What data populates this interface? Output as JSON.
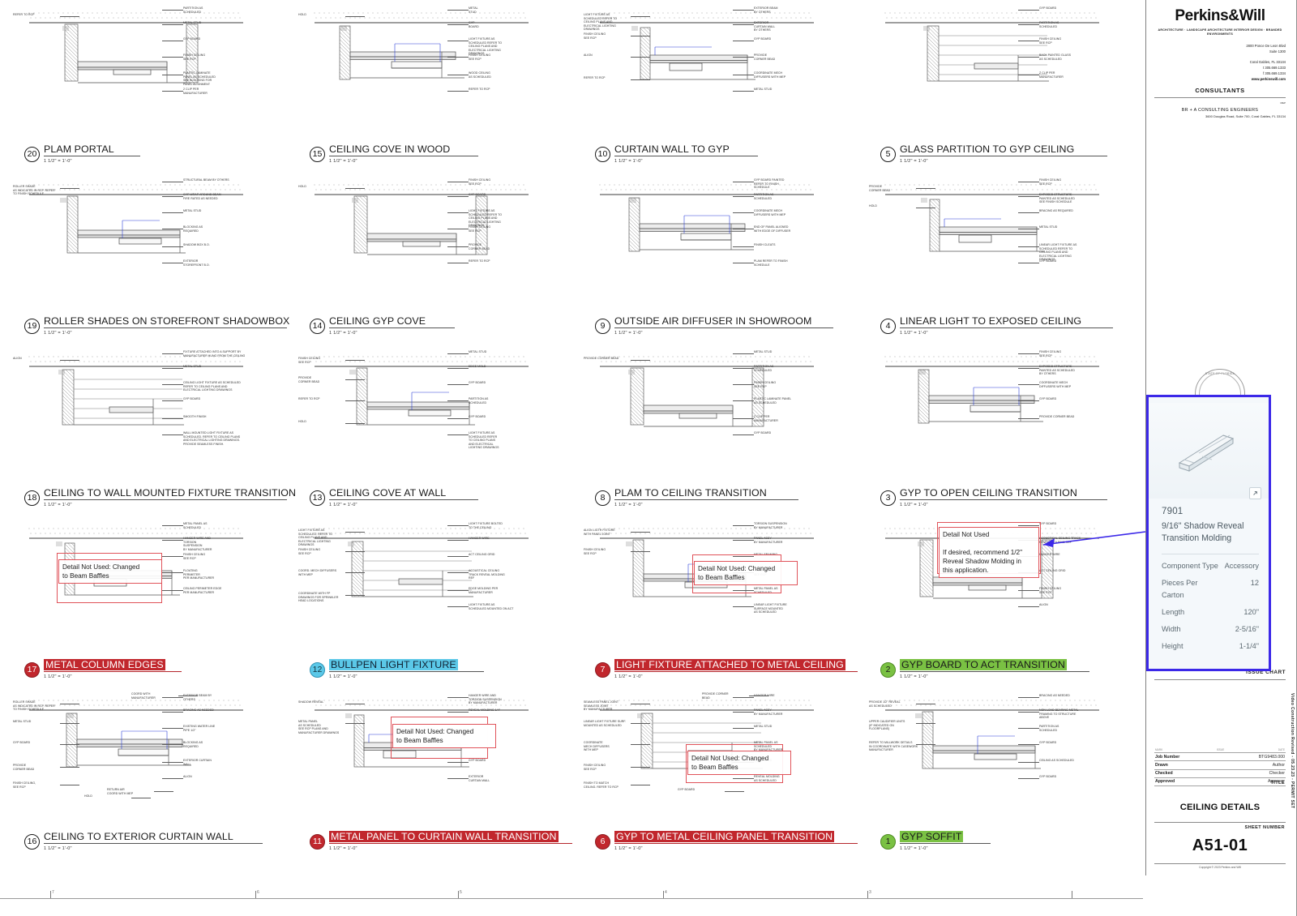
{
  "sheet": {
    "title": "CEILING DETAILS",
    "sheet_number": "A51-01",
    "title_label": "TITLE",
    "sheet_number_label": "SHEET NUMBER",
    "issue_chart_label": "ISSUE CHART",
    "copyright": "Copyright © 2023 Perkins and Will",
    "vertical_note": "Video Construction Revised - 05.23.23 - PERMIT SET",
    "seal_text": "STATE OF FLORIDA"
  },
  "firm": {
    "logo": "Perkins&Will",
    "tagline": "ARCHITECTURE · LANDSCAPE ARCHITECTURE\nINTERIOR DESIGN · BRANDED ENVIRONMENTS",
    "address_line1": "2800 Ponce De Leon Blvd",
    "address_line2": "Suite 1300",
    "address_line3": "Coral Gables, FL 33134",
    "phone": "t 305.669.1333",
    "fax": "f 305.669.1334",
    "website": "www.perkinswill.com",
    "consultants_header": "CONSULTANTS",
    "consultant_role": "MEP",
    "consultant_name": "BR + A CONSULTING ENGINEERS",
    "consultant_address": "3600 Douglas Road, Suite 700, Coral Gables,\nFL 33134"
  },
  "titleblock_table": {
    "headers": [
      "MARK",
      "ISSUE",
      "DATE"
    ],
    "rows": [
      {
        "label": "Job Number",
        "value": "BTG9483.000"
      },
      {
        "label": "Drawn",
        "value": "Author"
      },
      {
        "label": "Checked",
        "value": "Checker"
      },
      {
        "label": "Approved",
        "value": "Approver"
      }
    ]
  },
  "product_card": {
    "code": "7901",
    "name": "9/16\" Shadow Reveal Transition Molding",
    "specs": [
      {
        "key": "Component Type",
        "value": "Accessory"
      },
      {
        "key": "Pieces Per Carton",
        "value": "12"
      },
      {
        "key": "Length",
        "value": "120\""
      },
      {
        "key": "Width",
        "value": "2-5/16\""
      },
      {
        "key": "Height",
        "value": "1-1/4\""
      }
    ],
    "accent_color": "#3b28e8"
  },
  "scale_text": "1 1/2\" = 1'-0\"",
  "ruler": {
    "ticks": [
      "7",
      "6",
      "5",
      "4",
      "3"
    ]
  },
  "markups": [
    {
      "id": "mk17",
      "text": "Detail Not Used: Changed\nto Beam Baffles"
    },
    {
      "id": "mk12",
      "text": "Detail Not Used: Changed\nto Beam Baffles"
    },
    {
      "id": "mk7",
      "text": "Detail Not Used: Changed\nto Beam Baffles"
    },
    {
      "id": "mk3",
      "text": "Detail Not Used\n\nIf desired, recommend 1/2\"\nReveal Shadow Molding in\nthis application."
    },
    {
      "id": "mk11",
      "text": "Detail Not Used: Changed\nto Beam Baffles"
    },
    {
      "id": "mk6",
      "text": "Detail Not Used: Changed\nto Beam Baffles"
    }
  ],
  "details": [
    {
      "num": "20",
      "title": "PLAM PORTAL",
      "scale": "1 1/2\" = 1'-0\"",
      "hl": "none",
      "notes": [
        "PARTITION AS\nSCHEDULED",
        "METAL STUD",
        "GYP BOARD",
        "FINISH CEILING\nSEE RCP",
        "PLASTIC LAMINATE\nPANEL AS SCHEDULED\nSEE BLOCKING FOR\nPANEL ALIGNMENT",
        "2 CLIP PER\nMANUFACTURER",
        "REFER TO RCP"
      ]
    },
    {
      "num": "15",
      "title": "CEILING COVE IN WOOD",
      "scale": "1 1/2\" = 1'-0\"",
      "hl": "none",
      "notes": [
        "METAL\nSTUD",
        "GYP\nBOARD",
        "LIGHT FIXTURE AS\nSCHEDULED REFER TO\nCEILING PLANS AND\nELECTRICAL LIGHTING\nDRAWINGS",
        "FINISH CEILING\nSEE RCP",
        "WOOD CEILING\nAS SCHEDULED",
        "REFER TO RCP",
        "HOLD"
      ]
    },
    {
      "num": "10",
      "title": "CURTAIN WALL TO GYP",
      "scale": "1 1/2\" = 1'-0\"",
      "hl": "none",
      "notes": [
        "EXTERIOR BEAM\nBY OTHERS",
        "EXTERIOR\nCURTAIN WALL\nBY OTHERS",
        "GYP BOARD",
        "PROVIDE\nCORNER BEAD",
        "COORDINATE MECH\nDIFFUSERS WITH MEP",
        "METAL STUD",
        "LIGHT FIXTURE AS\nSCHEDULED REFER TO\nCEILING PLANS AND\nELECTRICAL LIGHTING\nDRAWINGS",
        "FINISH CEILING\nSEE RCP",
        "ALIGN",
        "REFER TO RCP"
      ]
    },
    {
      "num": "5",
      "title": "GLASS PARTITION TO GYP CEILING",
      "scale": "1 1/2\" = 1'-0\"",
      "hl": "none",
      "notes": [
        "GYP BOARD",
        "PARTITION AS\nSCHEDULED",
        "FINISH CEILING\nSEE RCP",
        "BACK PAINTED GLASS\nAS SCHEDULED",
        "Z CLIP PER\nMANUFACTURER"
      ]
    },
    {
      "num": "19",
      "title": "ROLLER SHADES ON STOREFRONT SHADOWBOX",
      "scale": "1 1/2\" = 1'-0\"",
      "hl": "none",
      "notes": [
        "STRUCTURAL BEAM BY OTHERS",
        "GYP WRAP AROUND BEAM\nFIRE RATED AS NEEDED",
        "METAL STUD",
        "BLOCKING AS\nREQUIRED",
        "SHADOW BOX B.O.",
        "EXTERIOR\nSTOREFRONT B.O.",
        "ROLLER SHADE\nAS INDICATED IN RCP. REFER\nTO FINISH SCHEDULE"
      ]
    },
    {
      "num": "14",
      "title": "CEILING GYP COVE",
      "scale": "1 1/2\" = 1'-0\"",
      "hl": "none",
      "notes": [
        "FINISH CEILING\nSEE RCP",
        "GYP BOARD",
        "LIGHT FIXTURE AS\nSCHEDULED REFER TO\nCEILING PLANS AND\nELECTRICAL LIGHTING\nDRAWINGS",
        "FINISH CEILING\nSEE RCP",
        "PROVIDE\nCORNER BEAD",
        "REFER TO RCP",
        "HOLD"
      ]
    },
    {
      "num": "9",
      "title": "OUTSIDE AIR DIFFUSER IN SHOWROOM",
      "scale": "1 1/2\" = 1'-0\"",
      "hl": "none",
      "notes": [
        "GYP BOARD PAINTED\nREFER TO FINISH\nSCHEDULE",
        "PARTITION AS\nSCHEDULED",
        "COORDINATE MECH\nDIFFUSERS WITH MEP",
        "END OF PANEL ALIGNED\nWITH EDGE OF DIFFUSER",
        "FINISH CLEATS",
        "PLAM REFER TO FINISH\nSCHEDULE"
      ]
    },
    {
      "num": "4",
      "title": "LINEAR LIGHT TO EXPOSED CEILING",
      "scale": "1 1/2\" = 1'-0\"",
      "hl": "none",
      "notes": [
        "FINISH CEILING\nSEE RCP",
        "EXPOSED STRUCTURE\nPAINTED AS SCHEDULED\nSEE FINISH SCHEDULE",
        "BRACING AS REQUIRED",
        "METAL STUD",
        "LINEAR LIGHT FIXTURE AS\nSCHEDULED REFER TO\nCEILING PLANS AND\nELECTRICAL LIGHTING\nDRAWINGS",
        "GYP BOARD",
        "PROVIDE\nCORNER BEAD",
        "HOLD"
      ]
    },
    {
      "num": "18",
      "title": "CEILING TO WALL MOUNTED FIXTURE TRANSITION",
      "scale": "1 1/2\" = 1'-0\"",
      "hl": "none",
      "notes": [
        "FIXTURE ATTACHED INTO A SUPPORT BY\nMANUFACTURER HUNG FROM THE CEILING",
        "METAL STUD",
        "CEILING LIGHT FIXTURE AS SCHEDULED\nREFER TO CEILING PLANS AND\nELECTRICAL LIGHTING DRAWINGS",
        "GYP BOARD",
        "SMOOTH FINISH",
        "WALL MOUNTED LIGHT FIXTURE AS\nSCHEDULED. REFER TO CEILING PLANS\nAND ELECTRICAL LIGHTING DRAWINGS.\nPROVIDE SEAMLESS FINISH.",
        "ALIGN"
      ]
    },
    {
      "num": "13",
      "title": "CEILING COVE AT WALL",
      "scale": "1 1/2\" = 1'-0\"",
      "hl": "none",
      "notes": [
        "METAL STUD",
        "EDGE MOLD",
        "GYP BOARD",
        "PARTITION AS\nSCHEDULED",
        "GYP BOARD",
        "LIGHT FIXTURE AS\nSCHEDULED REFER\nTO CEILING PLANS\nAND ELECTRICAL\nLIGHTING DRAWINGS",
        "FINISH CEILING\nSEE RCP",
        "PROVIDE\nCORNER BEAD",
        "REFER TO RCP",
        "HOLD"
      ]
    },
    {
      "num": "8",
      "title": "PLAM TO CEILING TRANSITION",
      "scale": "1 1/2\" = 1'-0\"",
      "hl": "none",
      "notes": [
        "METAL STUD",
        "PARTITION AS\nSCHEDULED",
        "FINISH CEILING\nSEE RCP",
        "PLASTIC LAMINATE PANEL\nAS SCHEDULED",
        "Z CLIP PER\nMANUFACTURER",
        "GYP BOARD",
        "PROVIDE CORNER BEAD"
      ]
    },
    {
      "num": "3",
      "title": "GYP TO OPEN CEILING TRANSITION",
      "scale": "1 1/2\" = 1'-0\"",
      "hl": "none",
      "notes": [
        "FINISH CEILING\nSEE RCP",
        "EXPOSED STRUCTURE\nPAINTED AS SCHEDULED\nBY OTHERS",
        "COORDINATE MECH\nDIFFUSERS WITH MEP",
        "GYP BOARD",
        "PROVIDE CORNER BEAD"
      ]
    },
    {
      "num": "17",
      "title": "METAL COLUMN EDGES",
      "scale": "1 1/2\" = 1'-0\"",
      "hl": "red",
      "notes": [
        "METAL PANEL AS\nSCHEDULED",
        "HANGER WIRE AND\nTORSION\nSUSPENSION\nBY MANUFACTURER",
        "FINISH CEILING\nSEE RCP",
        "FLOATING\nPERIMETER\nPER MANUFACTURER",
        "CEILING PERIMETER EDGE\nPER MANUFACTURER"
      ]
    },
    {
      "num": "12",
      "title": "BULLPEN LIGHT FIXTURE",
      "scale": "1 1/2\" = 1'-0\"",
      "hl": "blue",
      "notes": [
        "LIGHT FIXTURE BOLTED\nTO THE CEILING",
        "HANGER WIRE",
        "ACT CEILING GRID",
        "ACOUSTICAL CEILING\nTRACK REVEAL MOLDING\nREF",
        "EDGE MOLDING PER\nMANUFACTURER",
        "LIGHT FIXTURE AS\nSCHEDULED MOUNTED ON ACT",
        "LIGHT FIXTURE AS\nSCHEDULED. REFER TO\nCEILING PLANS AND\nELECTRICAL LIGHTING\nDRAWINGS",
        "FINISH CEILING\nSEE RCP",
        "COORD. MECH DIFFUSERS\nWITH MEP",
        "COORDINATE WITH FP\nDRAWINGS FOR SPRINKLER\nHEAD LOCATIONS"
      ]
    },
    {
      "num": "7",
      "title": "LIGHT FIXTURE ATTACHED TO METAL CEILING",
      "scale": "1 1/2\" = 1'-0\"",
      "hl": "red",
      "notes": [
        "TORSION SUSPENSION\nBY MANUFACTURER",
        "PANEL ASSY\nBY MANUFACTURER",
        "METAL FRAMING",
        "FINISH CEILING\nSEE RCP",
        "METAL PANEL AS\nSCHEDULED",
        "LINEAR LIGHT FIXTURE\nSURFACE MOUNTED\nAS SCHEDULED",
        "ALIGN LIGTH FIXTURE\nWITH PANEL JOINT",
        "FINISH CEILING\nSEE RCP"
      ]
    },
    {
      "num": "2",
      "title": "GYP BOARD TO ACT TRANSITION",
      "scale": "1 1/2\" = 1'-0\"",
      "hl": "green",
      "notes": [
        "GYP BOARD",
        "ACOUSTICAL CEILING TRACK\nREVEAL MOLDING REF",
        "HANGER WIRE",
        "ACT CEILING GRID",
        "FINISH CEILING\nSEE RCP",
        "ALIGN"
      ]
    },
    {
      "num": "16",
      "title": "CEILING TO EXTERIOR CURTAIN WALL",
      "scale": "1 1/2\" = 1'-0\"",
      "hl": "none",
      "notes": [
        "EXTERIOR BEAM BY\nOTHERS",
        "BRACING AS NEEDED",
        "EXISTING WATER LINE\nPIPE 1/2\"",
        "BLOCKING AS\nREQUIRED",
        "EXTERIOR CURTAIN\nWALL",
        "ALIGN",
        "ROLLER SHADE\nAS INDICATED IN RCP. REFER\nTO FINISH SCHEDULE",
        "METAL STUD",
        "GYP BOARD",
        "PROVIDE\nCORNER BEAD",
        "FINISH CEILING,\nSEE RCP",
        "RETURN AIR\nCOORD WITH MEP",
        "COORD WITH\nMANUFACTURER",
        "HOLD"
      ]
    },
    {
      "num": "11",
      "title": "METAL PANEL TO CURTAIN WALL TRANSITION",
      "scale": "1 1/2\" = 1'-0\"",
      "hl": "red",
      "notes": [
        "HANGER WIRE AND\nTORSION SUSPENSION\nBY MANUFACTURER",
        "REVEAL MOLDING 1/4\"",
        "FINISH CEILING\nSEE RCP",
        "EXTERIOR BEAM\nBY OTHERS",
        "GYP BOARD",
        "EXTERIOR\nCURTAIN WALL",
        "SHADOW REVEAL",
        "METAL PANEL\nAS SCHEDULED\nSEE RCP PLANS AND\nMANUFACTURER DRAWINGS"
      ]
    },
    {
      "num": "6",
      "title": "GYP TO METAL CEILING PANEL TRANSITION",
      "scale": "1 1/2\" = 1'-0\"",
      "hl": "red",
      "notes": [
        "HANGER WIRE",
        "PANEL ASSY\nBY MANUFACTURER",
        "METAL STUD",
        "METAL PANEL AS\nSCHEDULED\nBY MANUFACTURER",
        "METAL STUD",
        "REVEAL MOLDING\nAS SCHEDULED",
        "SEAMLESS PANEL JOINT\nSEAMLESS JOINT\nBY MANUFACTURER",
        "LINEAR LIGHT FIXTURE SURF.\nMOUNTED AS SCHEDULED",
        "COORDINATE\nMECH DIFFUSERS\nWITH MEP",
        "FINISH CEILING\nSEE RCP",
        "FINISH TO MATCH\nCEILING. REFER TO RCP",
        "GYP BOARD",
        "PROVIDE CORNER\nBEAD"
      ]
    },
    {
      "num": "1",
      "title": "GYP SOFFIT",
      "scale": "1 1/2\" = 1'-0\"",
      "hl": "green",
      "notes": [
        "BRACING AS NEEDED",
        "NON LOAD BEARING METAL\nFRAMING TO STRUCTURE\nABOVE",
        "PARTITION AS\nSCHEDULED",
        "GYP BOARD",
        "CEILING AS SCHEDULED",
        "GYP BOARD",
        "PROVIDE 1/2\" REVEAL\nAS SCHEDULED",
        "UPPER CAUDIFIER UNITS\n(IF INDICATED ON\nFLOORPLANS)",
        "REFER TO MILLWORK DETAILS\nIN COORDINATE WITH CASEWORK MANUFACTURER"
      ]
    }
  ]
}
